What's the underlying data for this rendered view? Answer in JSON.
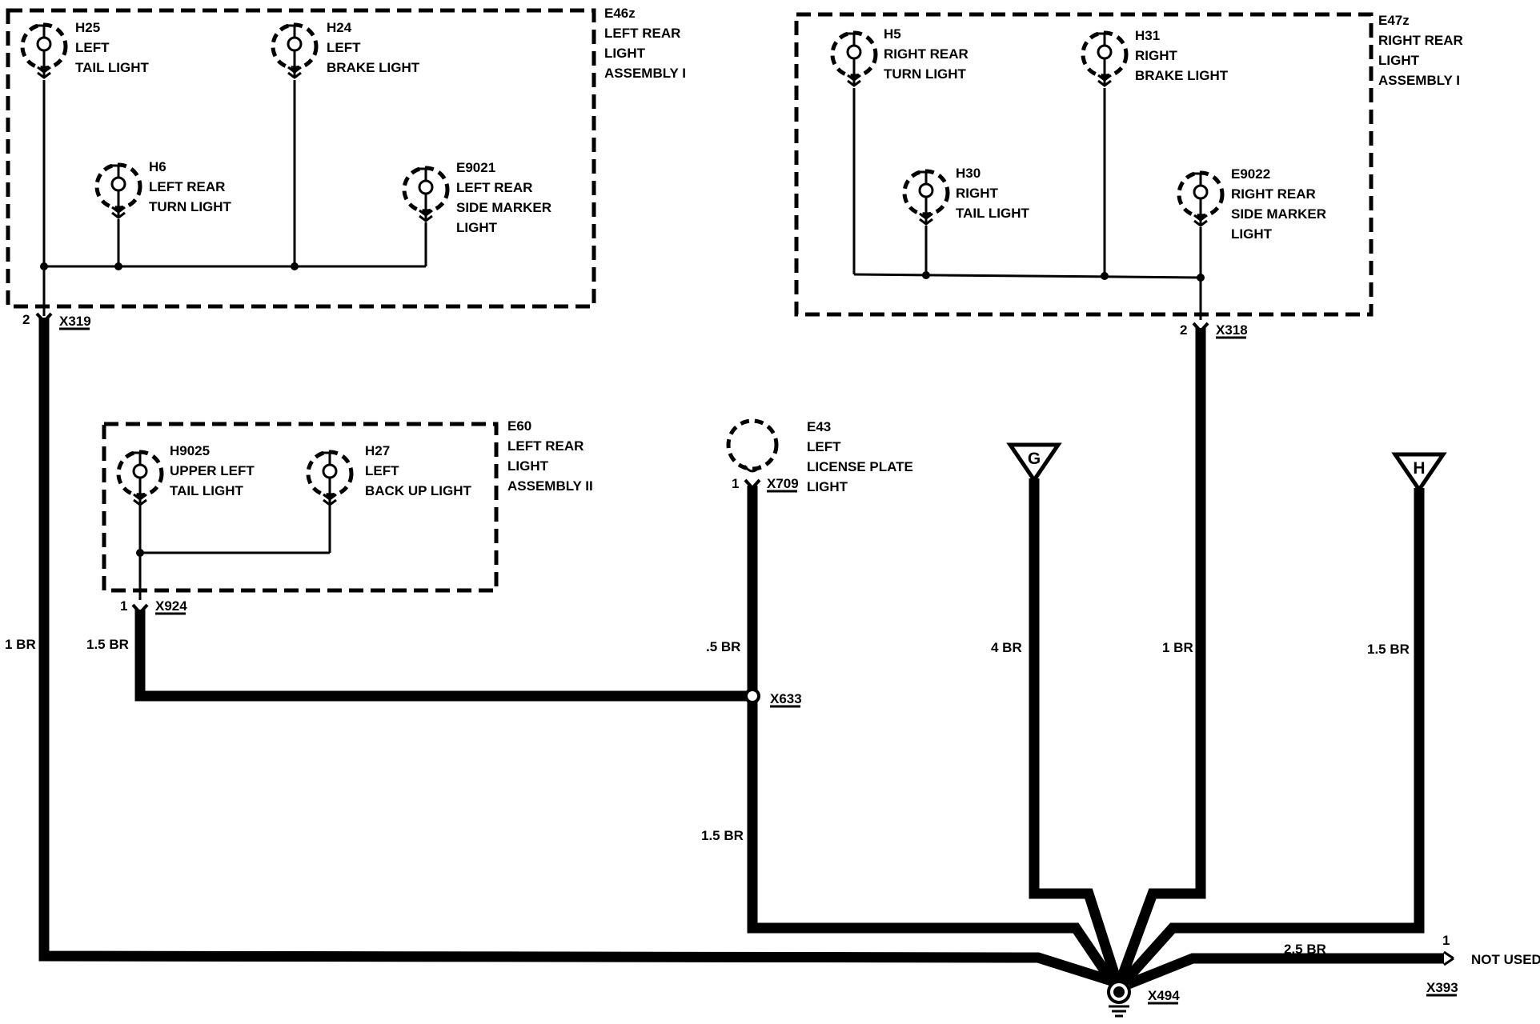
{
  "assemblies": {
    "left_rear_1": {
      "code": "E46z",
      "lines": [
        "LEFT REAR",
        "LIGHT",
        "ASSEMBLY I"
      ]
    },
    "right_rear_1": {
      "code": "E47z",
      "lines": [
        "RIGHT REAR",
        "LIGHT",
        "ASSEMBLY I"
      ]
    },
    "left_rear_2": {
      "code": "E60",
      "lines": [
        "LEFT REAR",
        "LIGHT",
        "ASSEMBLY II"
      ]
    }
  },
  "bulbs": {
    "h25": {
      "code": "H25",
      "lines": [
        "LEFT",
        "TAIL LIGHT"
      ]
    },
    "h24": {
      "code": "H24",
      "lines": [
        "LEFT",
        "BRAKE LIGHT"
      ]
    },
    "h6": {
      "code": "H6",
      "lines": [
        "LEFT REAR",
        "TURN LIGHT"
      ]
    },
    "e9021": {
      "code": "E9021",
      "lines": [
        "LEFT REAR",
        "SIDE MARKER",
        "LIGHT"
      ]
    },
    "h5": {
      "code": "H5",
      "lines": [
        "RIGHT REAR",
        "TURN LIGHT"
      ]
    },
    "h31": {
      "code": "H31",
      "lines": [
        "RIGHT",
        "BRAKE LIGHT"
      ]
    },
    "h30": {
      "code": "H30",
      "lines": [
        "RIGHT",
        "TAIL LIGHT"
      ]
    },
    "e9022": {
      "code": "E9022",
      "lines": [
        "RIGHT REAR",
        "SIDE MARKER",
        "LIGHT"
      ]
    },
    "h9025": {
      "code": "H9025",
      "lines": [
        "UPPER LEFT",
        "TAIL LIGHT"
      ]
    },
    "h27": {
      "code": "H27",
      "lines": [
        "LEFT",
        "BACK UP LIGHT"
      ]
    },
    "e43": {
      "code": "E43",
      "lines": [
        "LEFT",
        "LICENSE PLATE",
        "LIGHT"
      ]
    }
  },
  "connectors": {
    "x319": {
      "id": "X319",
      "pin": "2"
    },
    "x318": {
      "id": "X318",
      "pin": "2"
    },
    "x924": {
      "id": "X924",
      "pin": "1"
    },
    "x709": {
      "id": "X709",
      "pin": "1"
    },
    "x633": {
      "id": "X633"
    },
    "x494": {
      "id": "X494"
    },
    "x393": {
      "id": "X393",
      "pin": "1",
      "note": "NOT USED"
    }
  },
  "wires": {
    "w_left": "1 BR",
    "w_e60": "1.5 BR",
    "w_e43_top": ".5 BR",
    "w_e43_bottom": "1.5 BR",
    "w_g": "4 BR",
    "w_right": "1 BR",
    "w_h": "1.5 BR",
    "w_x393": "2.5 BR"
  },
  "offpage": {
    "g": "G",
    "h": "H"
  }
}
